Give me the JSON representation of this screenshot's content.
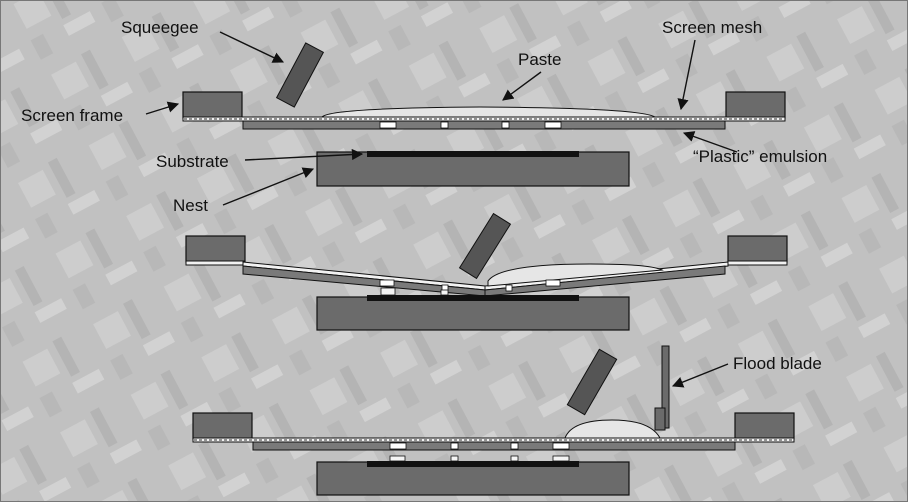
{
  "labels": {
    "squeegee": "Squeegee",
    "screen_mesh": "Screen mesh",
    "paste": "Paste",
    "screen_frame": "Screen frame",
    "substrate": "Substrate",
    "emulsion": "“Plastic” emulsion",
    "nest": "Nest",
    "flood_blade": "Flood blade"
  },
  "colors": {
    "background": "#bdbdbd",
    "block_fill": "#6b6b6b",
    "substrate": "#111111",
    "paste": "#e6e6e6",
    "text": "#111111"
  }
}
